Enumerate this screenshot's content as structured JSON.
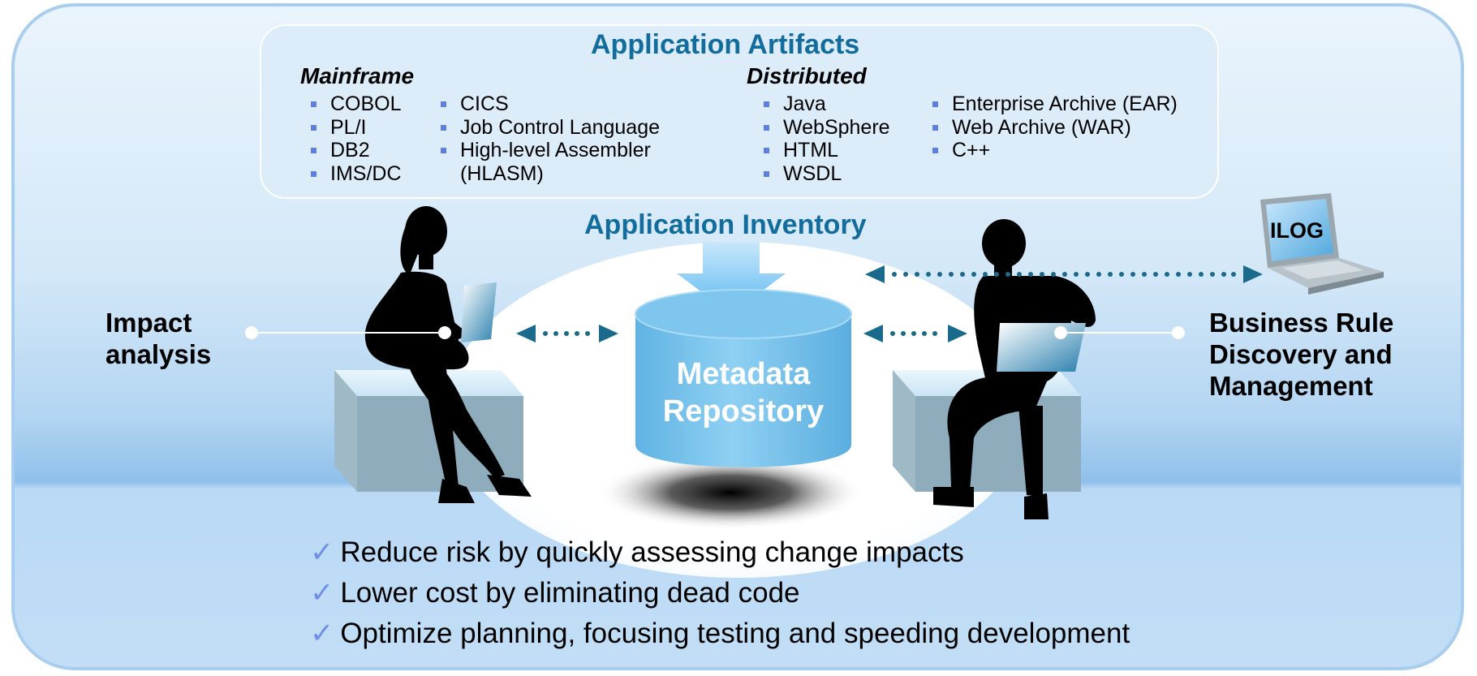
{
  "artifacts": {
    "title": "Application Artifacts",
    "mainframe": {
      "heading": "Mainframe",
      "col1": [
        "COBOL",
        "PL/I",
        "DB2",
        "IMS/DC"
      ],
      "col2": [
        "CICS",
        "Job Control Language",
        "High-level Assembler",
        "(HLASM)"
      ]
    },
    "distributed": {
      "heading": "Distributed",
      "col1": [
        "Java",
        "WebSphere",
        "HTML",
        "WSDL"
      ],
      "col2": [
        "Enterprise Archive (EAR)",
        "Web Archive (WAR)",
        "C++"
      ]
    }
  },
  "inventory_title": "Application Inventory",
  "repository": {
    "line1": "Metadata",
    "line2": "Repository"
  },
  "left_label": {
    "line1": "Impact",
    "line2": "analysis"
  },
  "right_label": {
    "line1": "Business Rule",
    "line2": "Discovery and",
    "line3": "Management"
  },
  "ilog_label": "ILOG",
  "benefits": [
    "Reduce risk by quickly assessing change impacts",
    "Lower cost by eliminating dead code",
    "Optimize planning, focusing testing and speeding development"
  ],
  "check_glyph": "✓",
  "colors": {
    "title_blue": "#136d9c",
    "arrow_blue": "#1a6a8c",
    "cylinder_blue": "#6bbbe8",
    "bullet_square": "#5f7fe0",
    "check": "#6f8fe6"
  }
}
